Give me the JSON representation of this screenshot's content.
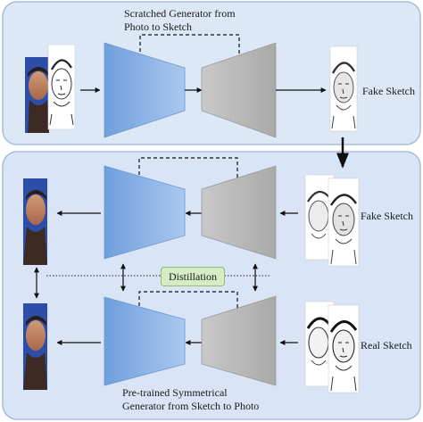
{
  "top_section": {
    "caption_line1": "Scratched Generator from",
    "caption_line2": "Photo to Sketch",
    "output_label": "Fake Sketch"
  },
  "bottom_section": {
    "row1_input_label": "Fake Sketch",
    "row2_input_label": "Real Sketch",
    "distillation_label": "Distillation",
    "caption_line1": "Pre-trained Symmetrical",
    "caption_line2": "Generator from Sketch to Photo"
  },
  "colors": {
    "top_panel_bg": "#dde8f7",
    "bottom_panel_bg": "#d9e4f6",
    "panel_border": "#a7bddb",
    "encoder_blue": "#7ea9df",
    "decoder_gray": "#b8b8b8",
    "distillation_fill": "#d6ecc4",
    "distillation_border": "#8fbf72"
  }
}
